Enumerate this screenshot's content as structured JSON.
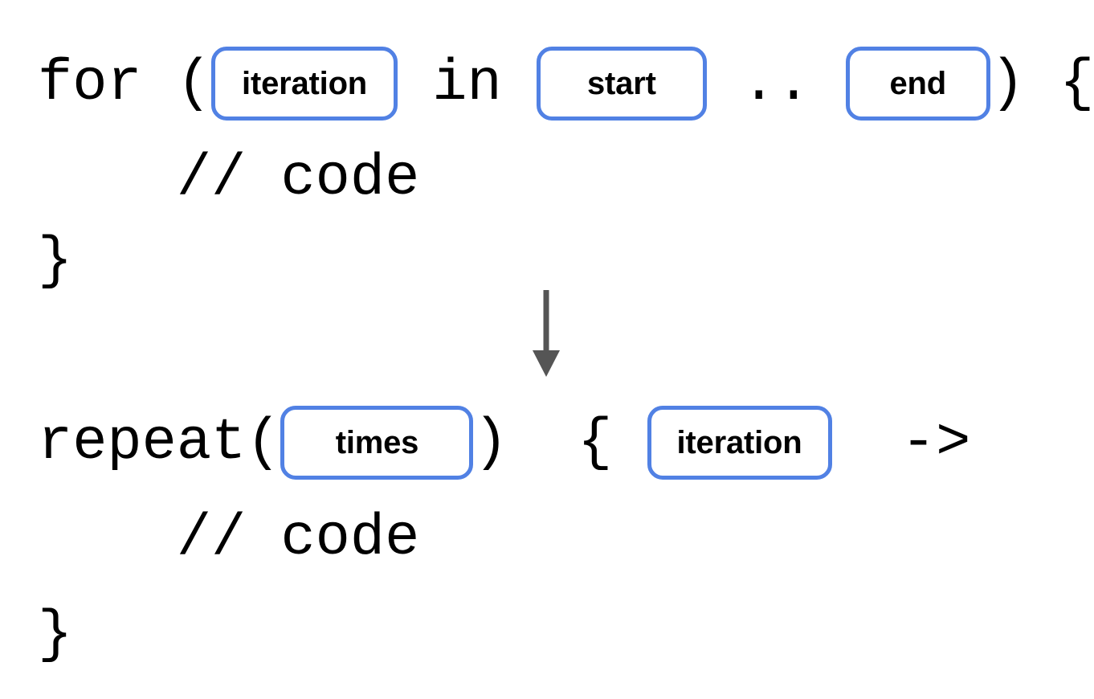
{
  "diagram": {
    "type": "code-transformation",
    "description": "Kotlin for-loop over a range rewritten as a repeat block",
    "accent_color": "#5181e4",
    "code_color": "#000000",
    "arrow_color": "#555555",
    "background": "#ffffff"
  },
  "before": {
    "lines": [
      {
        "id": "for-signature",
        "parts": [
          {
            "kind": "code",
            "text": "for ("
          },
          {
            "kind": "slot",
            "text": "iteration"
          },
          {
            "kind": "code",
            "text": " in "
          },
          {
            "kind": "slot",
            "text": "start"
          },
          {
            "kind": "code",
            "text": " .. "
          },
          {
            "kind": "slot",
            "text": "end"
          },
          {
            "kind": "code",
            "text": ") {"
          }
        ]
      },
      {
        "id": "for-body",
        "parts": [
          {
            "kind": "code",
            "text": "    // code"
          }
        ]
      },
      {
        "id": "for-close",
        "parts": [
          {
            "kind": "code",
            "text": "}"
          }
        ]
      }
    ],
    "tokens": {
      "for_open": "for (",
      "in_keyword": " in ",
      "range_operator": " .. ",
      "close_paren_brace": ") {",
      "comment": "    // code",
      "closing_brace": "}"
    },
    "slots": {
      "iteration": "iteration",
      "start": "start",
      "end": "end"
    }
  },
  "after": {
    "lines": [
      {
        "id": "repeat-signature",
        "parts": [
          {
            "kind": "code",
            "text": "repeat("
          },
          {
            "kind": "slot",
            "text": "times"
          },
          {
            "kind": "code",
            "text": ") { "
          },
          {
            "kind": "slot",
            "text": "iteration"
          },
          {
            "kind": "code",
            "text": " ->"
          }
        ]
      },
      {
        "id": "repeat-body",
        "parts": [
          {
            "kind": "code",
            "text": "    // code"
          }
        ]
      },
      {
        "id": "repeat-close",
        "parts": [
          {
            "kind": "code",
            "text": "}"
          }
        ]
      }
    ],
    "tokens": {
      "repeat_open": "repeat(",
      "close_paren_brace": ")  { ",
      "lambda_arrow": "  ->",
      "comment": "    // code",
      "closing_brace": "}"
    },
    "slots": {
      "times": "times",
      "iteration": "iteration"
    }
  },
  "arrow": {
    "name": "down-arrow",
    "direction": "down",
    "color": "#555555"
  }
}
